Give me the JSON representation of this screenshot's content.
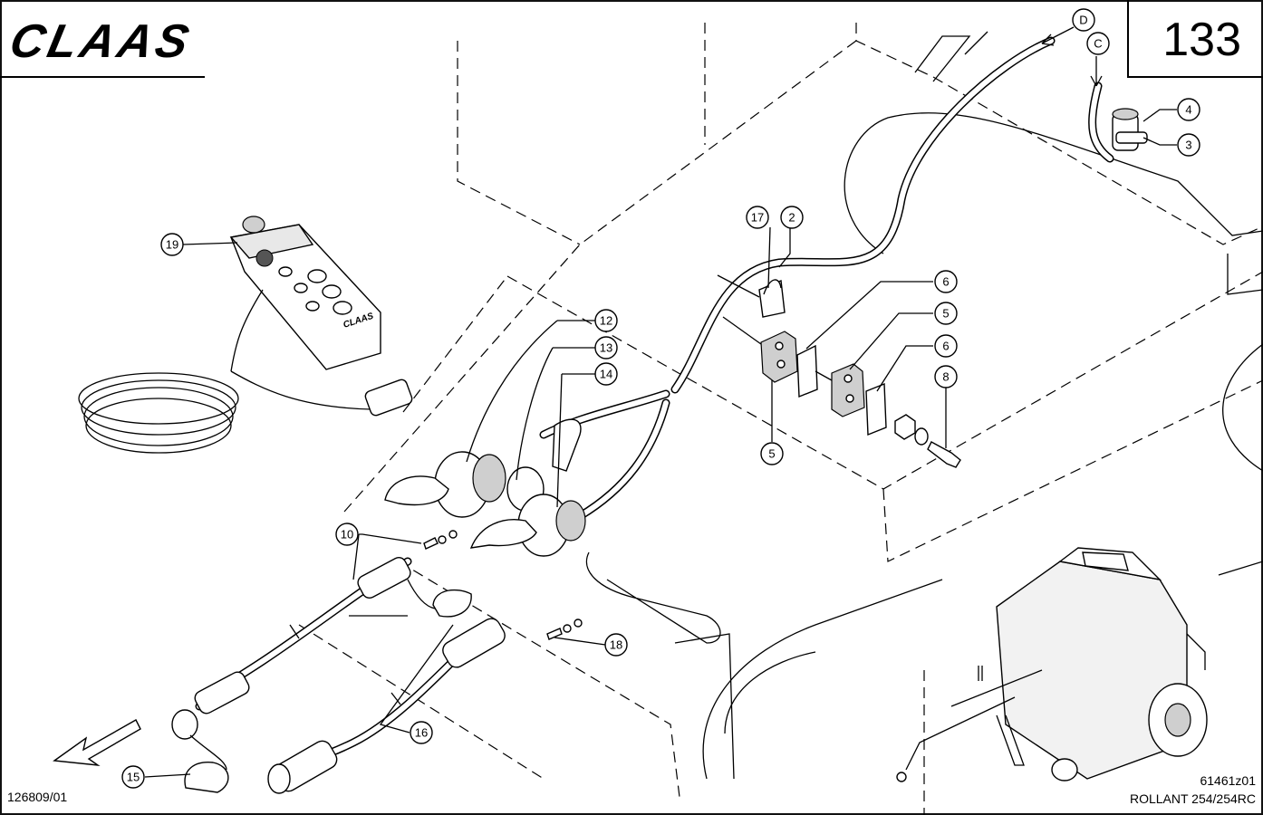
{
  "header": {
    "brand": "CLAAS",
    "page_number": "133"
  },
  "footer": {
    "drawing_code": "126809/01",
    "figure_code": "61461z01",
    "model": "ROLLANT 254/254RC"
  },
  "callouts": {
    "p2": "2",
    "p3": "3",
    "p4": "4",
    "p5a": "5",
    "p5b": "5",
    "p6a": "6",
    "p6b": "6",
    "p8": "8",
    "p10": "10",
    "p12": "12",
    "p13": "13",
    "p14": "14",
    "p15": "15",
    "p16": "16",
    "p17": "17",
    "p18": "18",
    "p19": "19",
    "refD": "D",
    "refC": "C"
  },
  "control_box": {
    "label": "CLAAS"
  },
  "colors": {
    "ink": "#000000",
    "paper": "#ffffff",
    "shade": "#cfcfcf"
  }
}
